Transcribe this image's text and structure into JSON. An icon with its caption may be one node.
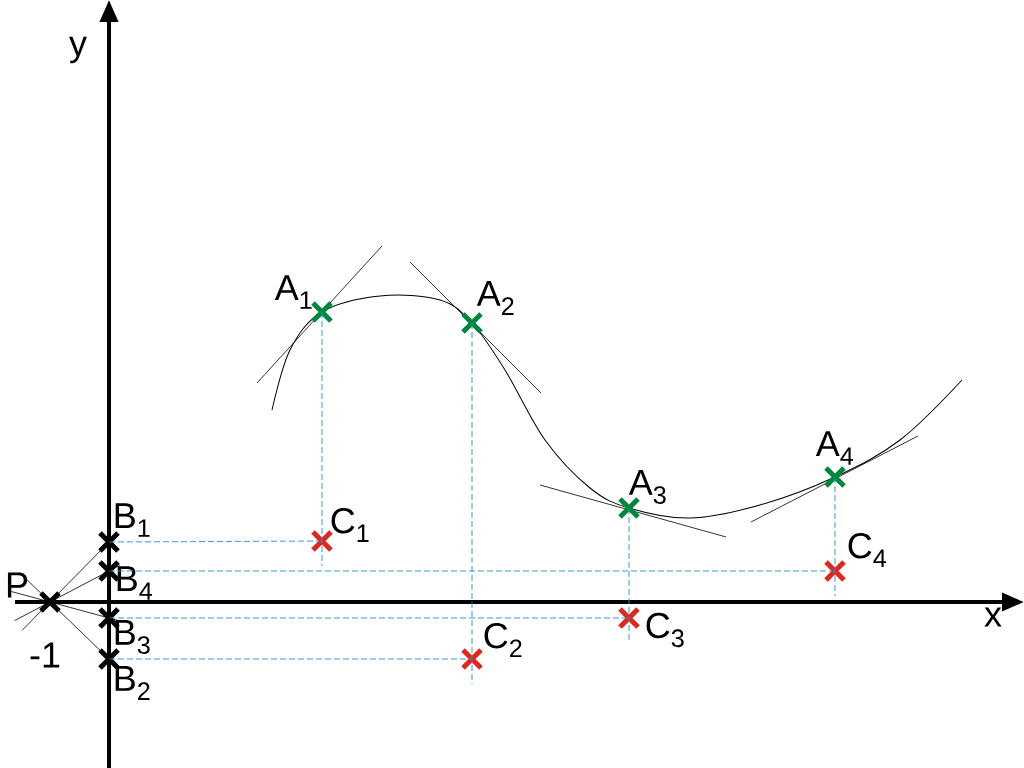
{
  "diagram": {
    "nodes": [
      {
        "text": [
          "A$_{1}$"
        ]
      },
      {
        "text": [
          "A$_{2}$"
        ]
      },
      {
        "text": [
          "A$_{3}$"
        ]
      },
      {
        "text": [
          "A$_{4}$"
        ]
      },
      {
        "text": [
          "B$_{1}$"
        ]
      },
      {
        "text": [
          "B$_{2}$"
        ]
      },
      {
        "text": [
          "B$_{3}$"
        ]
      },
      {
        "text": [
          "B$_{4}$"
        ]
      },
      {
        "text": [
          "C$_{1}$"
        ]
      },
      {
        "text": [
          "C$_{2}$"
        ]
      },
      {
        "text": [
          "C$_{3}$"
        ]
      },
      {
        "text": [
          "C$_{4}$"
        ]
      },
      {
        "text": [
          "P"
        ]
      }
    ],
    "edges": [
      {
        "from": 0,
        "to": 8,
        "arrow": "none",
        "style": "dashed",
        "color": "#1e90d6"
      },
      {
        "from": 1,
        "to": 9,
        "arrow": "none",
        "style": "dashed",
        "color": "#1e90d6"
      },
      {
        "from": 2,
        "to": 10,
        "arrow": "none",
        "style": "dashed",
        "color": "#1e90d6"
      },
      {
        "from": 3,
        "to": 11,
        "arrow": "none",
        "style": "dashed",
        "color": "#1e90d6"
      },
      {
        "from": 4,
        "to": 8,
        "arrow": "none",
        "style": "dashed",
        "color": "#1e90d6"
      },
      {
        "from": 5,
        "to": 9,
        "arrow": "none",
        "style": "dashed",
        "color": "#1e90d6"
      },
      {
        "from": 6,
        "to": 10,
        "arrow": "none",
        "style": "dashed",
        "color": "#1e90d6"
      },
      {
        "from": 7,
        "to": 11,
        "arrow": "none",
        "style": "dashed",
        "color": "#1e90d6"
      },
      {
        "from": 12,
        "to": 4,
        "arrow": "none",
        "color": "#000000"
      },
      {
        "from": 12,
        "to": 5,
        "arrow": "none",
        "color": "#000000"
      },
      {
        "from": 12,
        "to": 6,
        "arrow": "none",
        "color": "#000000"
      },
      {
        "from": 12,
        "to": 7,
        "arrow": "none",
        "color": "#000000"
      }
    ],
    "labels": [
      "y",
      "x",
      "-1"
    ]
  }
}
